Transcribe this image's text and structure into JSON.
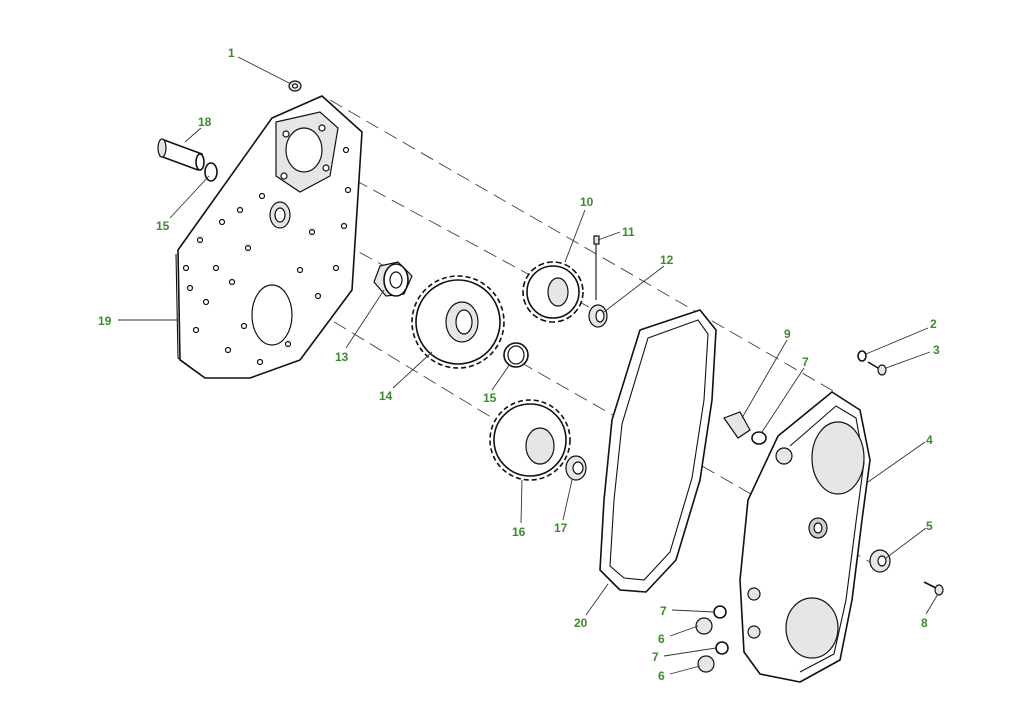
{
  "callouts": [
    {
      "label": "1"
    },
    {
      "label": "18"
    },
    {
      "label": "15"
    },
    {
      "label": "19"
    },
    {
      "label": "13"
    },
    {
      "label": "14"
    },
    {
      "label": "15"
    },
    {
      "label": "10"
    },
    {
      "label": "11"
    },
    {
      "label": "12"
    },
    {
      "label": "16"
    },
    {
      "label": "17"
    },
    {
      "label": "20"
    },
    {
      "label": "9"
    },
    {
      "label": "7"
    },
    {
      "label": "2"
    },
    {
      "label": "3"
    },
    {
      "label": "4"
    },
    {
      "label": "5"
    },
    {
      "label": "8"
    },
    {
      "label": "7"
    },
    {
      "label": "6"
    },
    {
      "label": "7"
    },
    {
      "label": "6"
    }
  ],
  "colors": {
    "callout": "#3c8a2e",
    "line": "#111111"
  }
}
